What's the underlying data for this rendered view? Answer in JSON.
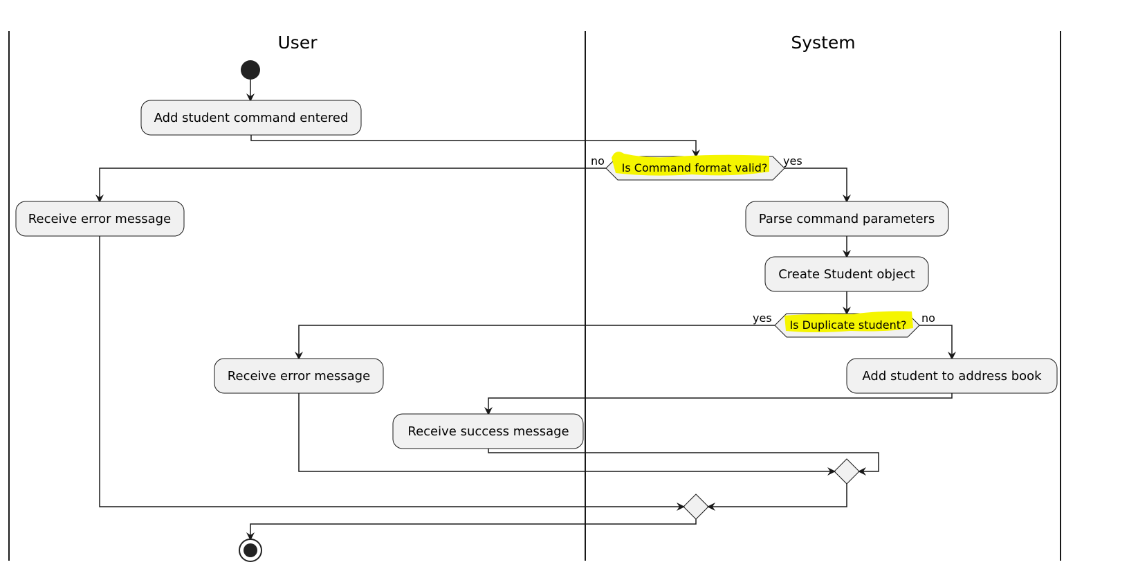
{
  "lanes": {
    "user": "User",
    "system": "System"
  },
  "activities": {
    "add_command": "Add student command entered",
    "receive_error_1": "Receive error message",
    "parse_params": "Parse command parameters",
    "create_student": "Create Student object",
    "receive_error_2": "Receive error message",
    "add_to_book": "Add student to address book",
    "receive_success": "Receive success message"
  },
  "decisions": {
    "format_valid": {
      "question": "Is Command format valid?",
      "no_label": "no",
      "yes_label": "yes"
    },
    "duplicate": {
      "question": "Is Duplicate student?",
      "yes_label": "yes",
      "no_label": "no"
    }
  },
  "colors": {
    "highlight": "#f5f500",
    "node_fill": "#f1f1f1",
    "stroke": "#181818"
  }
}
